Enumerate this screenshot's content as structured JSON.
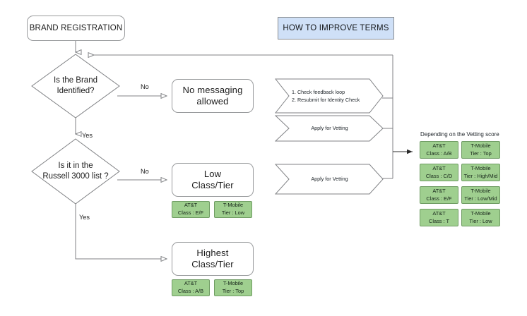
{
  "diagram": {
    "title_nodes": {
      "brand_registration": "BRAND REGISTRATION",
      "how_to_improve": "HOW TO IMPROVE TERMS"
    },
    "decisions": [
      {
        "id": "brand-identified",
        "line1": "Is the Brand",
        "line2": "Identified?"
      },
      {
        "id": "russell-3000",
        "line1": "Is it in the",
        "line2": "Russell 3000 list ?"
      }
    ],
    "outcomes": [
      {
        "id": "no-messaging",
        "line1": "No messaging",
        "line2": "allowed"
      },
      {
        "id": "low-class-tier",
        "line1": "Low",
        "line2": "Class/Tier"
      },
      {
        "id": "highest-class-tier",
        "line1": "Highest",
        "line2": "Class/Tier"
      }
    ],
    "edge_labels": {
      "brand_no": "No",
      "brand_yes": "Yes",
      "russell_no": "No",
      "russell_yes": "Yes"
    },
    "chevrons": [
      {
        "id": "feedback-steps",
        "line1": "1. Check feedback loop",
        "line2": "2. Resubmit for Identity Check"
      },
      {
        "id": "apply-vetting-1",
        "line1": "Apply for Vetting",
        "line2": ""
      },
      {
        "id": "apply-vetting-2",
        "line1": "Apply for Vetting",
        "line2": ""
      }
    ],
    "tag_pairs": {
      "low": [
        {
          "line1": "AT&T",
          "line2": "Class : E/F"
        },
        {
          "line1": "T-Mobile",
          "line2": "Tier : Low"
        }
      ],
      "highest": [
        {
          "line1": "AT&T",
          "line2": "Class : A/B"
        },
        {
          "line1": "T-Mobile",
          "line2": "Tier : Top"
        }
      ]
    },
    "vetting": {
      "caption": "Depending on the Vetting score",
      "rows": [
        {
          "att_line1": "AT&T",
          "att_line2": "Class : A/B",
          "tmo_line1": "T-Mobile",
          "tmo_line2": "Tier : Top"
        },
        {
          "att_line1": "AT&T",
          "att_line2": "Class : C/D",
          "tmo_line1": "T-Mobile",
          "tmo_line2": "Tier : High/Mid"
        },
        {
          "att_line1": "AT&T",
          "att_line2": "Class : E/F",
          "tmo_line1": "T-Mobile",
          "tmo_line2": "Tier : Low/Mid"
        },
        {
          "att_line1": "AT&T",
          "att_line2": "Class : T",
          "tmo_line1": "T-Mobile",
          "tmo_line2": "Tier : Low"
        }
      ]
    },
    "colors": {
      "accent_blue": "#cfe0f7",
      "tag_green": "#9fcf8f",
      "line_gray": "#808285",
      "node_border": "#999b9d"
    }
  }
}
